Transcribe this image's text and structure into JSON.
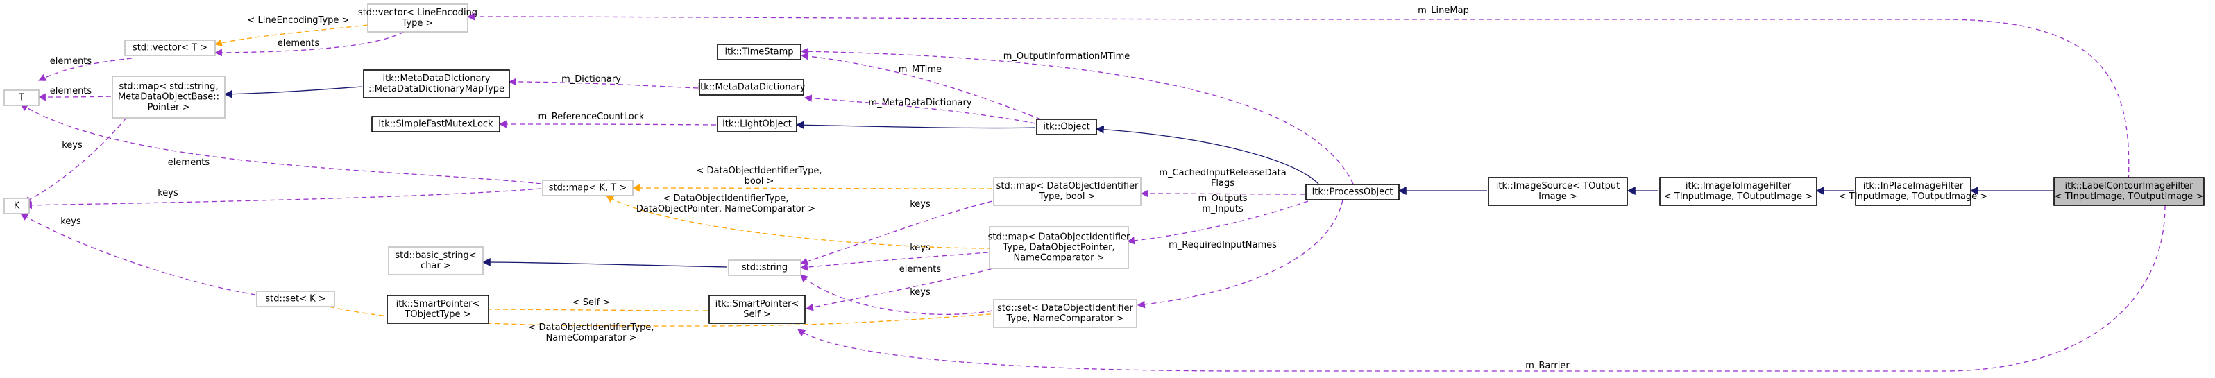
{
  "nodes": {
    "label_contour": [
      "itk::LabelContourImageFilter",
      "< TInputImage, TOutputImage >"
    ],
    "inplace": [
      "itk::InPlaceImageFilter",
      "< TInputImage, TOutputImage >"
    ],
    "image_to_image": [
      "itk::ImageToImageFilter",
      "< TInputImage, TOutputImage >"
    ],
    "image_source": [
      "itk::ImageSource< TOutput",
      "Image >"
    ],
    "process_object": [
      "itk::ProcessObject"
    ],
    "object": [
      "itk::Object"
    ],
    "light_object": [
      "itk::LightObject"
    ],
    "timestamp": [
      "itk::TimeStamp"
    ],
    "meta_dict": [
      "itk::MetaDataDictionary"
    ],
    "meta_dict_map_type": [
      "itk::MetaDataDictionary",
      "::MetaDataDictionaryMapType"
    ],
    "mutex_lock": [
      "itk::SimpleFastMutexLock"
    ],
    "map_meta": [
      "std::map< std::string,",
      "MetaDataObjectBase::",
      "Pointer >"
    ],
    "vector_t": [
      "std::vector< T >"
    ],
    "vector_line": [
      "std::vector< LineEncoding",
      "Type >"
    ],
    "t": [
      "T"
    ],
    "k": [
      "K"
    ],
    "map_kt": [
      "std::map< K, T >"
    ],
    "map_bool": [
      "std::map< DataObjectIdentifier",
      "Type, bool >"
    ],
    "map_ptr": [
      "std::map< DataObjectIdentifier",
      "Type, DataObjectPointer,",
      "NameComparator >"
    ],
    "set_id": [
      "std::set< DataObjectIdentifier",
      "Type, NameComparator >"
    ],
    "string": [
      "std::string"
    ],
    "basic_string": [
      "std::basic_string<",
      "char >"
    ],
    "set_k": [
      "std::set< K >"
    ],
    "smart_ptr_t": [
      "itk::SmartPointer<",
      "TObjectType >"
    ],
    "smart_ptr_self": [
      "itk::SmartPointer<",
      "Self >"
    ]
  },
  "edge_labels": {
    "line_map": [
      "m_LineMap"
    ],
    "line_encoding_type": [
      "< LineEncodingType >"
    ],
    "elements_vec": [
      "elements"
    ],
    "elements_t1": [
      "elements"
    ],
    "elements_t2": [
      "elements"
    ],
    "elements_t3": [
      "elements"
    ],
    "keys_k1": [
      "keys"
    ],
    "keys_k2": [
      "keys"
    ],
    "keys_k3": [
      "keys"
    ],
    "m_dictionary": [
      "m_Dictionary"
    ],
    "m_mtime": [
      "m_MTime"
    ],
    "m_output_mtime": [
      "m_OutputInformationMTime"
    ],
    "m_meta_dict": [
      "m_MetaDataDictionary"
    ],
    "m_ref_lock": [
      "m_ReferenceCountLock"
    ],
    "tmpl_bool": [
      "< DataObjectIdentifierType,",
      "bool >"
    ],
    "tmpl_ptr": [
      "< DataObjectIdentifierType,",
      "DataObjectPointer, NameComparator >"
    ],
    "keys_str1": [
      "keys"
    ],
    "keys_str2": [
      "keys"
    ],
    "keys_str3": [
      "keys"
    ],
    "elements_sp": [
      "elements"
    ],
    "m_cached": [
      "m_CachedInputReleaseData",
      "Flags"
    ],
    "m_outputs": [
      "m_Outputs",
      "m_Inputs"
    ],
    "m_required": [
      "m_RequiredInputNames"
    ],
    "self_tmpl": [
      "< Self >"
    ],
    "tmpl_set": [
      "< DataObjectIdentifierType,",
      "NameComparator >"
    ],
    "m_barrier": [
      "m_Barrier"
    ]
  },
  "colors": {
    "inheritance": "#191970",
    "member": "#9a32cd",
    "template": "#ffa500",
    "gray_border": "#bfbfbf",
    "focus_fill": "#bfbfbf"
  }
}
